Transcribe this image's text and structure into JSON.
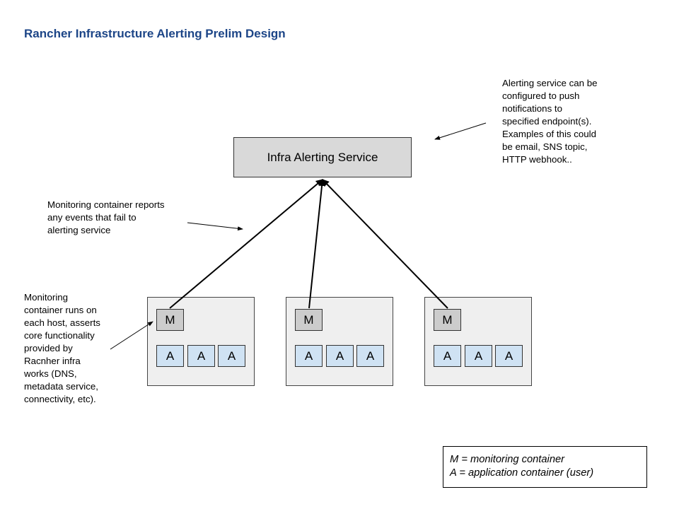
{
  "title": "Rancher Infrastructure Alerting Prelim Design",
  "service": {
    "label": "Infra Alerting Service"
  },
  "notes": {
    "endpoint": [
      "Alerting service can be",
      "configured to push",
      "notifications to",
      "specified endpoint(s).",
      "Examples of this could",
      "be email, SNS topic,",
      "HTTP webhook.."
    ],
    "reports": [
      "Monitoring container reports",
      "any events that fail to",
      "alerting service"
    ],
    "monitoring": [
      "Monitoring",
      "container runs on",
      "each host, asserts",
      "core functionality",
      "provided by",
      "Racnher infra",
      "works (DNS,",
      "metadata service,",
      "connectivity, etc)."
    ]
  },
  "hosts": [
    {
      "monitor": "M",
      "apps": [
        "A",
        "A",
        "A"
      ]
    },
    {
      "monitor": "M",
      "apps": [
        "A",
        "A",
        "A"
      ]
    },
    {
      "monitor": "M",
      "apps": [
        "A",
        "A",
        "A"
      ]
    }
  ],
  "legend": [
    "M = monitoring container",
    "A = application container (user)"
  ]
}
